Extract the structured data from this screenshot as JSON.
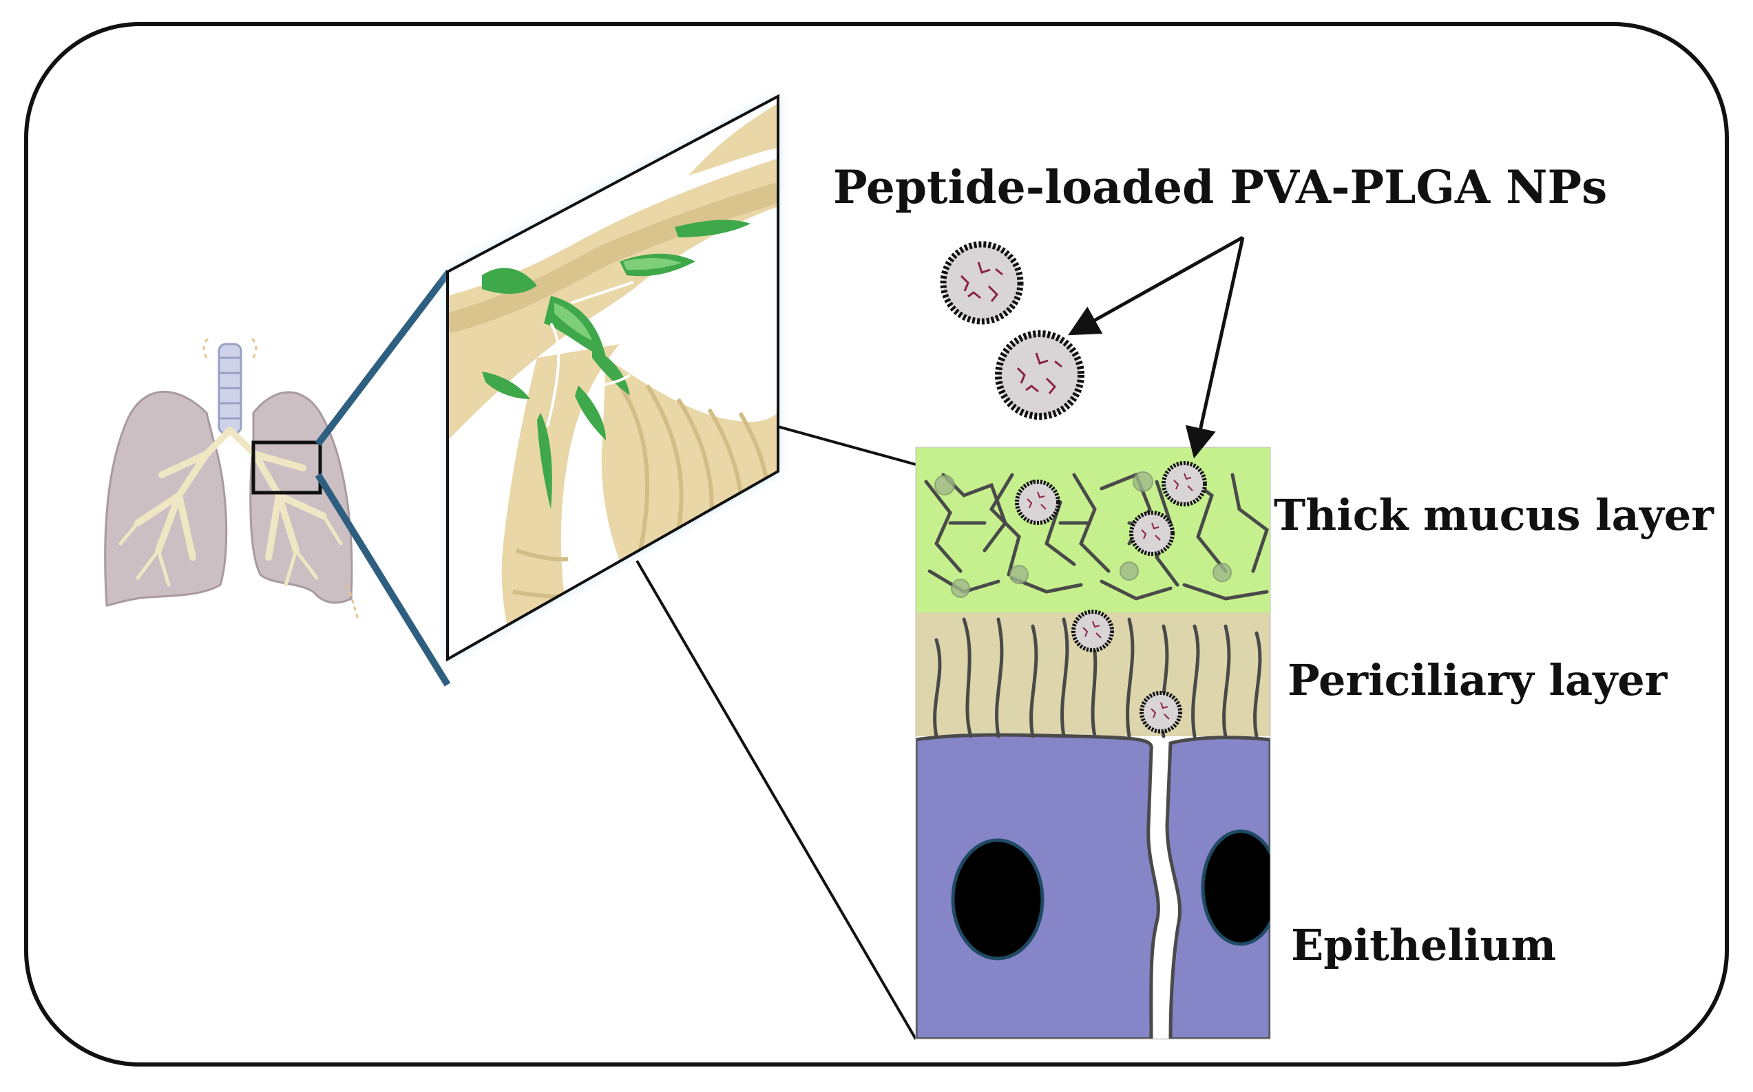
{
  "labels": {
    "nanoparticles": "Peptide-loaded PVA-PLGA NPs",
    "mucus_layer": "Thick mucus layer",
    "periciliary_layer": "Periciliary layer",
    "epithelium": "Epithelium"
  },
  "colors": {
    "frame": "#111111",
    "lung_tissue": "#cbbfc3",
    "lung_outline": "#a89aa0",
    "bronchial_tree": "#efe7c4",
    "zoom_lines": "#2f5f80",
    "bronchus_wall": "#e9d7a8",
    "bronchus_inner": "#d9c48e",
    "mucus_patch": "#3fa84a",
    "mucus_layer": "#c6f08e",
    "periciliary_layer": "#ddd6ac",
    "epithelium_cell": "#8585c8",
    "nucleus": "#000000",
    "nucleus_rim": "#1f4a63",
    "fiber": "#4a4a4a",
    "particle": "#d9d4d6",
    "particle_cargo": "#8a2244"
  },
  "icons": {
    "lungs": "lungs-icon",
    "nanoparticle": "nanoparticle-icon",
    "arrow": "arrow-icon"
  }
}
